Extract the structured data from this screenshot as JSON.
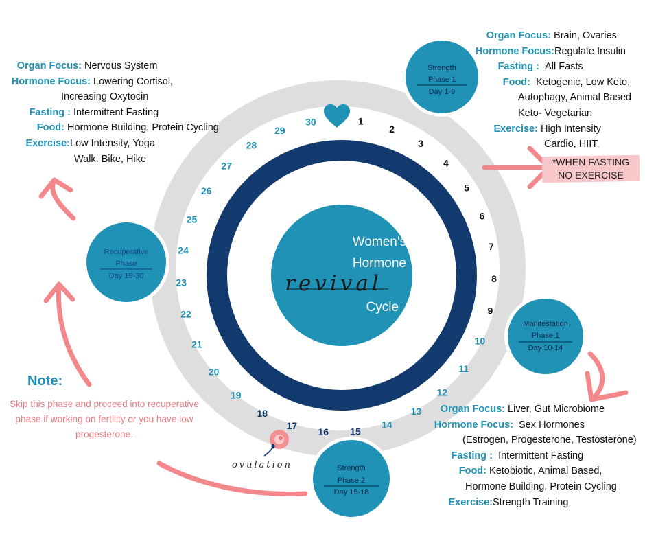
{
  "center": {
    "line1": "Women's",
    "line2": "Hormone",
    "script": "revival",
    "line3": "Cycle"
  },
  "days": [
    "1",
    "2",
    "3",
    "4",
    "5",
    "6",
    "7",
    "8",
    "9",
    "10",
    "11",
    "12",
    "13",
    "14",
    "15",
    "16",
    "17",
    "18",
    "19",
    "20",
    "21",
    "22",
    "23",
    "24",
    "25",
    "26",
    "27",
    "28",
    "29",
    "30"
  ],
  "phases": {
    "strength1": {
      "l1": "Strength",
      "l2": "Phase 1",
      "l3": "Day 1-9"
    },
    "manifestation": {
      "l1": "Manifestation",
      "l2": "Phase 1",
      "l3": "Day 10-14"
    },
    "strength2": {
      "l1": "Strength",
      "l2": "Phase 2",
      "l3": "Day 15-18"
    },
    "recuperative": {
      "l1": "Recuperative",
      "l2": "Phase",
      "l3": "Day 19-30"
    }
  },
  "ovulation_label": "ovulation",
  "info_topright": {
    "organ_label": "Organ Focus:",
    "organ": "Brain, Ovaries",
    "hormone_label": "Hormone Focus:",
    "hormone": "Regulate Insulin",
    "fasting_label": "Fasting :",
    "fasting": "All Fasts",
    "food_label": "Food:",
    "food_1": "Ketogenic, Low Keto,",
    "food_2": "Autophagy, Animal Based",
    "food_3": "Keto- Vegetarian",
    "exercise_label": "Exercise:",
    "exercise_1": "High Intensity",
    "exercise_2": "Cardio,  HIIT,"
  },
  "warning": {
    "line1": "*WHEN FASTING",
    "line2": "NO EXERCISE"
  },
  "info_topleft": {
    "organ_label": "Organ Focus:",
    "organ": "Nervous System",
    "hormone_label": "Hormone Focus:",
    "hormone_1": "Lowering Cortisol,",
    "hormone_2": "Increasing Oxytocin",
    "fasting_label": "Fasting :",
    "fasting": "Intermittent Fasting",
    "food_label": "Food:",
    "food": "Hormone Building, Protein Cycling",
    "exercise_label": "Exercise:",
    "exercise_1": "Low Intensity, Yoga",
    "exercise_2": "Walk. Bike, Hike"
  },
  "info_bottomright": {
    "organ_label": "Organ Focus:",
    "organ": "Liver, Gut Microbiome",
    "hormone_label": "Hormone Focus:",
    "hormone_1": "Sex Hormones",
    "hormone_2": "(Estrogen, Progesterone, Testosterone)",
    "fasting_label": "Fasting :",
    "fasting": "Intermittent Fasting",
    "food_label": "Food:",
    "food_1": "Ketobiotic, Animal Based,",
    "food_2": "Hormone Building, Protein Cycling",
    "exercise_label": "Exercise:",
    "exercise": "Strength Training"
  },
  "note": {
    "title": "Note:",
    "text": "Skip this phase and proceed into recuperative phase if working on fertility or you have low progesterone."
  },
  "colors": {
    "navy": "#133a6e",
    "teal": "#1f92b6",
    "gray_ring": "#dedede",
    "pink": "#f2888c",
    "label_blue": "#2192b3"
  }
}
